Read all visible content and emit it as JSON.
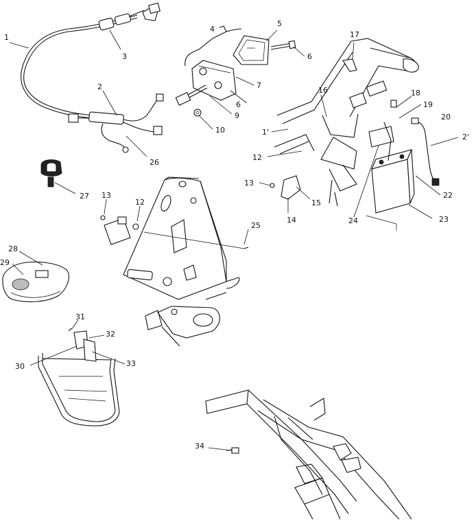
{
  "callouts": [
    {
      "id": "c1",
      "text": "1"
    },
    {
      "id": "c2",
      "text": "2"
    },
    {
      "id": "c3",
      "text": "3"
    },
    {
      "id": "c4",
      "text": "4"
    },
    {
      "id": "c5",
      "text": "5"
    },
    {
      "id": "c6a",
      "text": "6"
    },
    {
      "id": "c6b",
      "text": "6"
    },
    {
      "id": "c7",
      "text": "7"
    },
    {
      "id": "c9",
      "text": "9"
    },
    {
      "id": "c10",
      "text": "10"
    },
    {
      "id": "c11",
      "text": "1'"
    },
    {
      "id": "c12a",
      "text": "12"
    },
    {
      "id": "c12b",
      "text": "12"
    },
    {
      "id": "c13a",
      "text": "13"
    },
    {
      "id": "c13b",
      "text": "13"
    },
    {
      "id": "c14",
      "text": "14"
    },
    {
      "id": "c15",
      "text": "15"
    },
    {
      "id": "c16",
      "text": "16"
    },
    {
      "id": "c17",
      "text": "17"
    },
    {
      "id": "c18",
      "text": "18"
    },
    {
      "id": "c19",
      "text": "19"
    },
    {
      "id": "c20",
      "text": "20"
    },
    {
      "id": "c21",
      "text": "2'"
    },
    {
      "id": "c22",
      "text": "22"
    },
    {
      "id": "c23",
      "text": "23"
    },
    {
      "id": "c24",
      "text": "24"
    },
    {
      "id": "c25",
      "text": "25"
    },
    {
      "id": "c26",
      "text": "26"
    },
    {
      "id": "c27",
      "text": "27"
    },
    {
      "id": "c28",
      "text": "28"
    },
    {
      "id": "c29",
      "text": "29"
    },
    {
      "id": "c30",
      "text": "30"
    },
    {
      "id": "c31",
      "text": "31"
    },
    {
      "id": "c32",
      "text": "32"
    },
    {
      "id": "c33",
      "text": "33"
    },
    {
      "id": "c34",
      "text": "34"
    }
  ]
}
